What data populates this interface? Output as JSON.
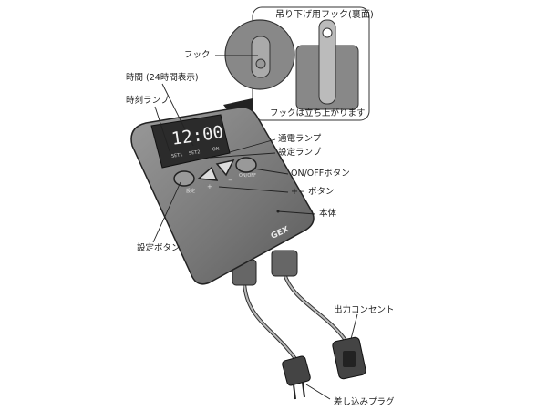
{
  "callout": {
    "title": "吊り下げ用フック(裏面)",
    "caption": "フックは立ち上がります",
    "hook_label": "フック"
  },
  "labels": {
    "time_display": "時間 (24時間表示)",
    "time_lamp": "時刻ランプ",
    "power_lamp": "通電ランプ",
    "setting_lamp": "設定ランプ",
    "onoff_button": "ON/OFFボタン",
    "plus_minus_button": "+− ボタン",
    "body": "本体",
    "setting_button": "設定ボタン",
    "output_outlet": "出力コンセント",
    "plug": "差し込みプラグ"
  },
  "device": {
    "time": "12:00",
    "brand": "GEX",
    "set_button": "設定",
    "plus": "+",
    "minus": "−",
    "onoff": "ON/OFF",
    "lamp_set1": "SET1",
    "lamp_set2": "SET2",
    "lamp_on": "ON"
  },
  "colors": {
    "body": "#7a7a7a",
    "display": "#2b2b2b",
    "line": "#222222"
  }
}
